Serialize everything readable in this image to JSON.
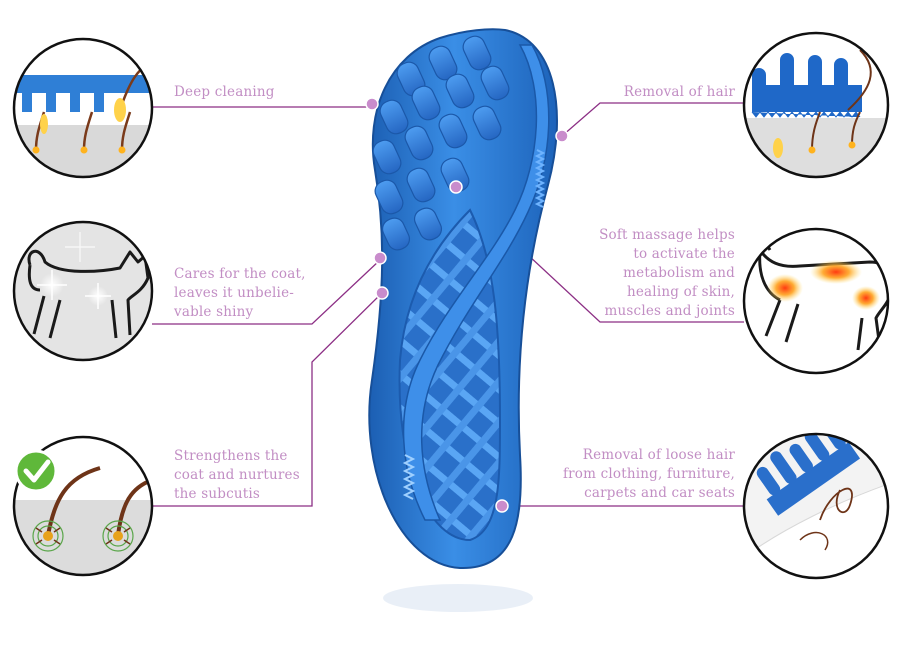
{
  "colors": {
    "label_text": "#c28ec4",
    "connector_line": "#8c2f85",
    "dot": "#c98ccc",
    "brush_blue": "#2f7fd6",
    "brush_blue_dark": "#1a5fb0",
    "circle_outline": "#111111",
    "circle_bg": "#e6e6e6"
  },
  "features": {
    "deep_cleaning": {
      "label": "Deep cleaning",
      "icon": "brush-teeth-skin-icon"
    },
    "removal_of_hair": {
      "label": "Removal of hair",
      "icon": "brush-hair-removal-icon"
    },
    "shiny_coat": {
      "label": "Cares for the coat,\nleaves it unbelie-\nvable shiny",
      "icon": "sparkling-cat-icon"
    },
    "soft_massage": {
      "label": "Soft massage helps\nto activate the\nmetabolism and\nhealing of skin,\nmuscles and joints",
      "icon": "cat-heat-zones-icon"
    },
    "subcutis": {
      "label": "Strengthens the\ncoat and nurtures\nthe subcutis",
      "icon": "hair-follicle-checkmark-icon"
    },
    "loose_hair": {
      "label": "Removal of loose hair\nfrom clothing, furniture,\ncarpets and car seats",
      "icon": "brush-fabric-icon"
    }
  }
}
